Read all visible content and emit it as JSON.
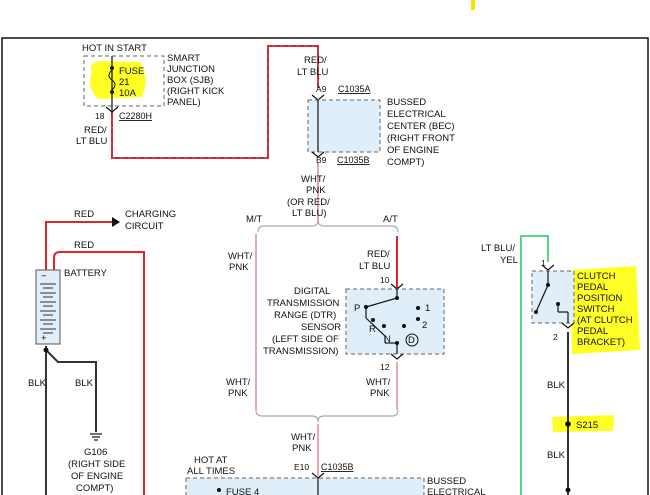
{
  "colors": {
    "red_wire": "#e0242a",
    "lt_blue_wire": "#2f9be0",
    "pink_wire": "#f0a3b6",
    "green_wire": "#55d68a",
    "black_wire": "#333333",
    "highlight": "#ffff00",
    "module_fill": "#dfeef8"
  },
  "sjb": {
    "header": "HOT IN START",
    "fuse_lines": [
      "FUSE",
      "21",
      "10A"
    ],
    "desc_lines": [
      "SMART",
      "JUNCTION",
      "BOX (SJB)",
      "(RIGHT KICK",
      "PANEL)"
    ],
    "pin": "18",
    "connector": "C2280H"
  },
  "bec_top": {
    "pin_top": "A9",
    "connector_top": "C1035A",
    "pin_bottom": "B9",
    "connector_bottom": "C1035B",
    "desc_lines": [
      "BUSSED",
      "ELECTRICAL",
      "CENTER (BEC)",
      "(RIGHT FRONT",
      "OF ENGINE",
      "COMPT)"
    ]
  },
  "wires": {
    "sjb_out": [
      "RED/",
      "LT BLU"
    ],
    "bec_in": [
      "RED/",
      "LT BLU"
    ],
    "bec_out": [
      "WHT/",
      "PNK",
      "(OR RED/",
      "LT BLU)"
    ],
    "mt": "M/T",
    "at": "A/T",
    "mt_left": [
      "WHT/",
      "PNK"
    ],
    "dtr_in": [
      "RED/",
      "LT BLU"
    ],
    "mt_lower": [
      "WHT/",
      "PNK"
    ],
    "dtr_out": [
      "WHT/",
      "PNK"
    ],
    "merge": [
      "WHT/",
      "PNK"
    ],
    "charging_red": "RED",
    "battery_red": "RED",
    "blk_left": "BLK",
    "blk_right": "BLK",
    "switch_in": [
      "LT BLU/",
      "YEL"
    ],
    "switch_out": "BLK"
  },
  "charging": {
    "lines": [
      "CHARGING",
      "CIRCUIT"
    ]
  },
  "battery": {
    "label": "BATTERY",
    "minus": "−",
    "plus": "+"
  },
  "g106": {
    "lines": [
      "G106",
      "(RIGHT SIDE",
      "OF ENGINE",
      "COMPT)"
    ]
  },
  "dtr": {
    "desc_lines": [
      "DIGITAL",
      "TRANSMISSION",
      "RANGE (DTR)",
      "SENSOR",
      "(LEFT SIDE OF",
      "TRANSMISSION)"
    ],
    "pin_in": "10",
    "pin_out": "12",
    "positions": [
      "P",
      "R",
      "N",
      "D",
      "1",
      "2"
    ]
  },
  "clutch": {
    "pin_top": "1",
    "pin_bottom": "2",
    "desc_lines": [
      "CLUTCH",
      "PEDAL",
      "POSITION",
      "SWITCH",
      "(AT CLUTCH",
      "PEDAL",
      "BRACKET)"
    ]
  },
  "splice": {
    "label": "S215"
  },
  "bec_bottom": {
    "header": [
      "HOT AT",
      "ALL TIMES"
    ],
    "pin": "E10",
    "connector": "C1035B",
    "desc_lines": [
      "BUSSED",
      "ELECTRICAL"
    ],
    "fuse_label": "FUSE 4"
  }
}
